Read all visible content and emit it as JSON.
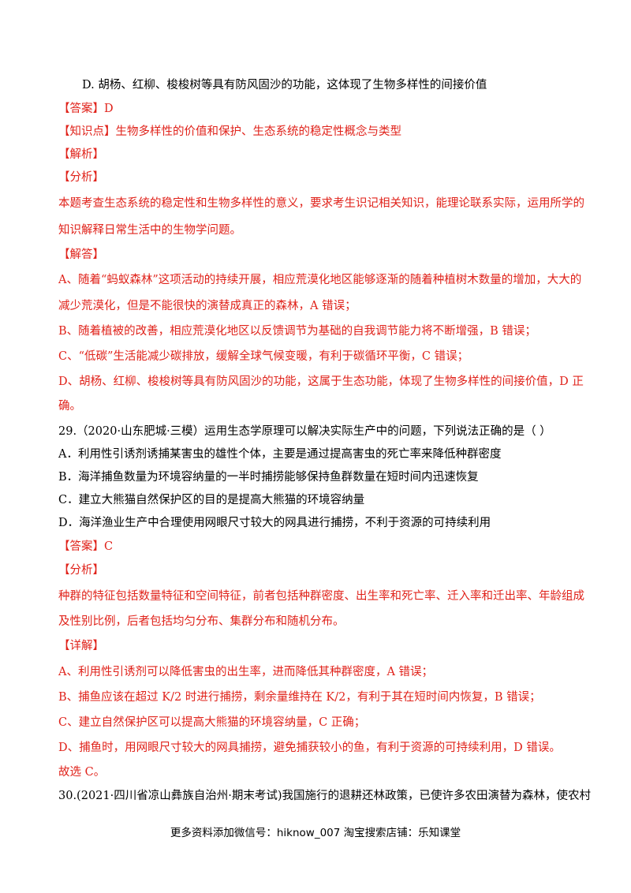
{
  "q28": {
    "option_d": "D. 胡杨、红柳、梭梭树等具有防风固沙的功能，这体现了生物多样性的间接价值",
    "answer_tag": "【答案】",
    "answer": "D",
    "kp_tag": "【知识点】",
    "kp": "生物多样性的价值和保护、生态系统的稳定性概念与类型",
    "jiexi_tag": "【解析】",
    "fenxi_tag": "【分析】",
    "fenxi_1": "本题考查生态系统的稳定性和生物多样性的意义，要求考生识记相关知识，能理论联系实际，运用所学的",
    "fenxi_2": "知识解释日常生活中的生物学问题。",
    "jieda_tag": "【解答】",
    "a_1": "A、随着“蚂蚁森林”这项活动的持续开展，相应荒漠化地区能够逐渐的随着种植树木数量的增加，大大的",
    "a_2": "减少荒漠化，但是不能很快的演替成真正的森林，A 错误；",
    "b": "B、随着植被的改善，相应荒漠化地区以反馈调节为基础的自我调节能力将不断增强，B 错误；",
    "c": "C、“低碳”生活能减少碳排放，缓解全球气候变暖，有利于碳循环平衡，C 错误；",
    "d_1": "D、胡杨、红柳、梭梭树等具有防风固沙的功能，这属于生态功能，体现了生物多样性的间接价值，D 正",
    "d_2": "确。"
  },
  "q29": {
    "stem": "29.（2020·山东肥城·三模）运用生态学原理可以解决实际生产中的问题，下列说法正确的是（   ）",
    "opt_a": "A．利用性引诱剂诱捕某害虫的雄性个体，主要是通过提高害虫的死亡率来降低种群密度",
    "opt_b": "B．海洋捕鱼数量为环境容纳量的一半时捕捞能够保持鱼群数量在短时间内迅速恢复",
    "opt_c": "C．建立大熊猫自然保护区的目的是提高大熊猫的环境容纳量",
    "opt_d": "D．海洋渔业生产中合理使用网眼尺寸较大的网具进行捕捞，不利于资源的可持续利用",
    "answer_tag": "【答案】",
    "answer": "C",
    "fenxi_tag": "【分析】",
    "fenxi_1": "种群的特征包括数量特征和空间特征，前者包括种群密度、出生率和死亡率、迁入率和迁出率、年龄组成",
    "fenxi_2": "及性别比例，后者包括均匀分布、集群分布和随机分布。",
    "xiangjie_tag": "【详解】",
    "a": "A、利用性引诱剂可以降低害虫的出生率，进而降低其种群密度，A 错误；",
    "b": "B、捕鱼应该在超过 K/2 时进行捕捞，剩余量维持在 K/2，有利于其在短时间内恢复，B 错误；",
    "c": "C、建立自然保护区可以提高大熊猫的环境容纳量，C 正确；",
    "d": "D、捕鱼时，用网眼尺寸较大的网具捕捞，避免捕获较小的鱼，有利于资源的可持续利用，D 错误。",
    "conclusion": "故选 C。"
  },
  "q30": {
    "stem": "30.(2021·四川省凉山彝族自治州·期末考试)我国施行的退耕还林政策，已使许多农田演替为森林，使农村"
  },
  "footer": "更多资料添加微信号：hiknow_007  淘宝搜索店铺：乐知课堂"
}
